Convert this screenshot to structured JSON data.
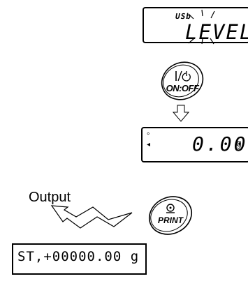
{
  "lcd_top": {
    "interface_tag": "USb",
    "display_text": "LEVEL"
  },
  "on_off_key": {
    "power_symbol": "|/⏻",
    "label": "ON:OFF"
  },
  "lcd_main": {
    "stable_symbol": "°",
    "arrow_symbol": "◂",
    "value": "0.00",
    "unit": "g"
  },
  "output": {
    "label": "Output"
  },
  "print_key": {
    "symbol": "⊙",
    "label": "PRINT"
  },
  "output_record": {
    "text": "ST,+00000.00 g"
  },
  "icons": [
    "power-icon",
    "down-arrow-icon",
    "lightning-arrow-icon",
    "print-icon",
    "blink-rays-icon"
  ]
}
